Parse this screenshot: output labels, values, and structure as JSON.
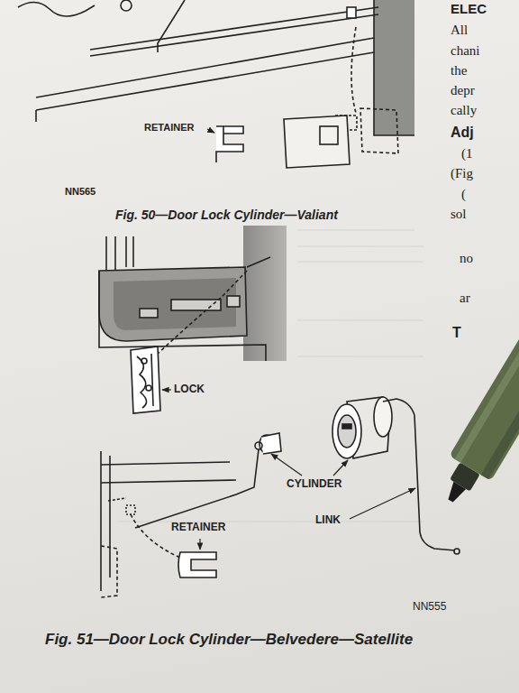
{
  "diagram": {
    "labels": [
      "RETAINER",
      "NN565",
      "Fig. 50—Door Lock Cylinder—Valiant",
      "ELEC",
      "All",
      "chani",
      "the",
      "depr",
      "cally",
      "Adj",
      "(1",
      "(Fig",
      "(",
      "sol",
      "no",
      "ar",
      "T",
      "LOCK",
      "CYLINDER",
      "LINK",
      "RETAINER",
      "NN555",
      "Fig. 51—Door Lock Cylinder—Belvedere—Satellite"
    ]
  }
}
